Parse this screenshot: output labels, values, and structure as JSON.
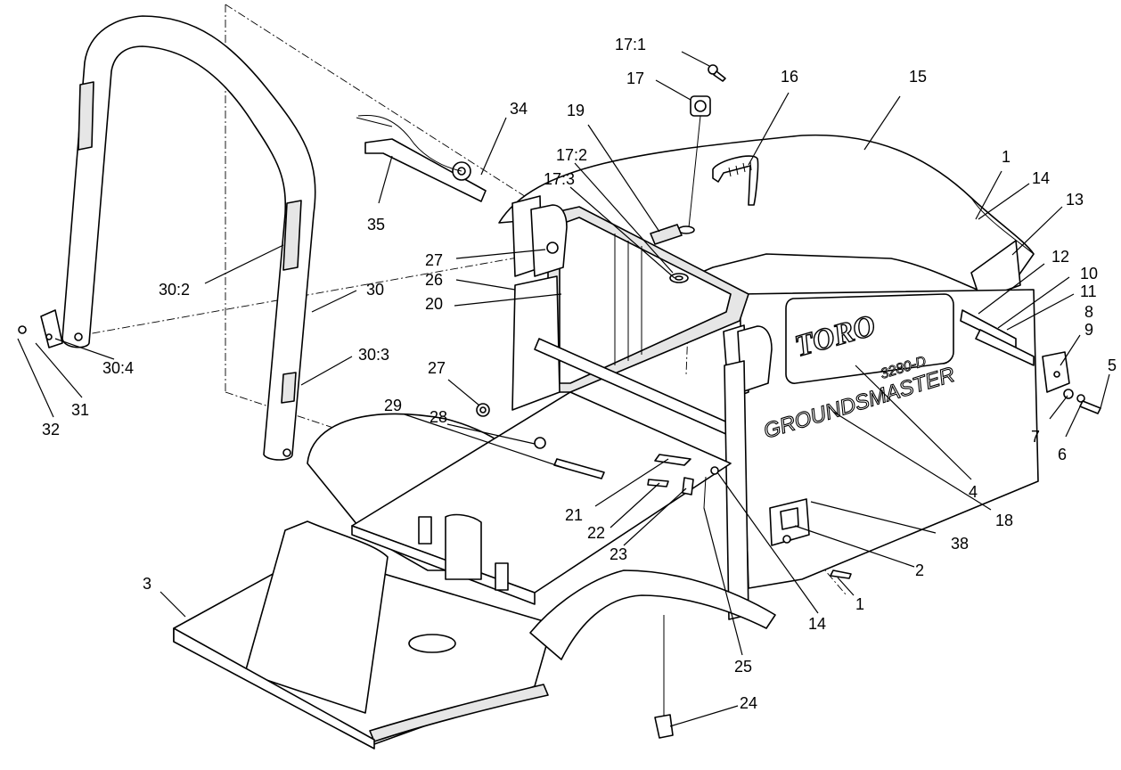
{
  "callouts": [
    {
      "id": "c-17-1",
      "text": "17:1"
    },
    {
      "id": "c-17",
      "text": "17"
    },
    {
      "id": "c-16",
      "text": "16"
    },
    {
      "id": "c-15",
      "text": "15"
    },
    {
      "id": "c-34",
      "text": "34"
    },
    {
      "id": "c-19",
      "text": "19"
    },
    {
      "id": "c-17-2",
      "text": "17:2"
    },
    {
      "id": "c-17-3",
      "text": "17:3"
    },
    {
      "id": "c-1-top",
      "text": "1"
    },
    {
      "id": "c-14-top",
      "text": "14"
    },
    {
      "id": "c-13",
      "text": "13"
    },
    {
      "id": "c-35",
      "text": "35"
    },
    {
      "id": "c-12",
      "text": "12"
    },
    {
      "id": "c-10",
      "text": "10"
    },
    {
      "id": "c-11",
      "text": "11"
    },
    {
      "id": "c-8",
      "text": "8"
    },
    {
      "id": "c-9",
      "text": "9"
    },
    {
      "id": "c-27-top",
      "text": "27"
    },
    {
      "id": "c-26",
      "text": "26"
    },
    {
      "id": "c-30-2",
      "text": "30:2"
    },
    {
      "id": "c-30",
      "text": "30"
    },
    {
      "id": "c-20",
      "text": "20"
    },
    {
      "id": "c-5",
      "text": "5"
    },
    {
      "id": "c-30-3",
      "text": "30:3"
    },
    {
      "id": "c-27-mid",
      "text": "27"
    },
    {
      "id": "c-30-4",
      "text": "30:4"
    },
    {
      "id": "c-7",
      "text": "7"
    },
    {
      "id": "c-29",
      "text": "29"
    },
    {
      "id": "c-28",
      "text": "28"
    },
    {
      "id": "c-31",
      "text": "31"
    },
    {
      "id": "c-6",
      "text": "6"
    },
    {
      "id": "c-32",
      "text": "32"
    },
    {
      "id": "c-4",
      "text": "4"
    },
    {
      "id": "c-21",
      "text": "21"
    },
    {
      "id": "c-18",
      "text": "18"
    },
    {
      "id": "c-22",
      "text": "22"
    },
    {
      "id": "c-38",
      "text": "38"
    },
    {
      "id": "c-23",
      "text": "23"
    },
    {
      "id": "c-2",
      "text": "2"
    },
    {
      "id": "c-3",
      "text": "3"
    },
    {
      "id": "c-1-bottom",
      "text": "1"
    },
    {
      "id": "c-14-bottom",
      "text": "14"
    },
    {
      "id": "c-25",
      "text": "25"
    },
    {
      "id": "c-24",
      "text": "24"
    }
  ],
  "brand": {
    "logo_text": "TORO",
    "model_line": "GROUNDSMASTER",
    "model_number": "3280-D"
  },
  "colors": {
    "line": "#000000",
    "background": "#ffffff",
    "shade": "#e6e6e6"
  }
}
